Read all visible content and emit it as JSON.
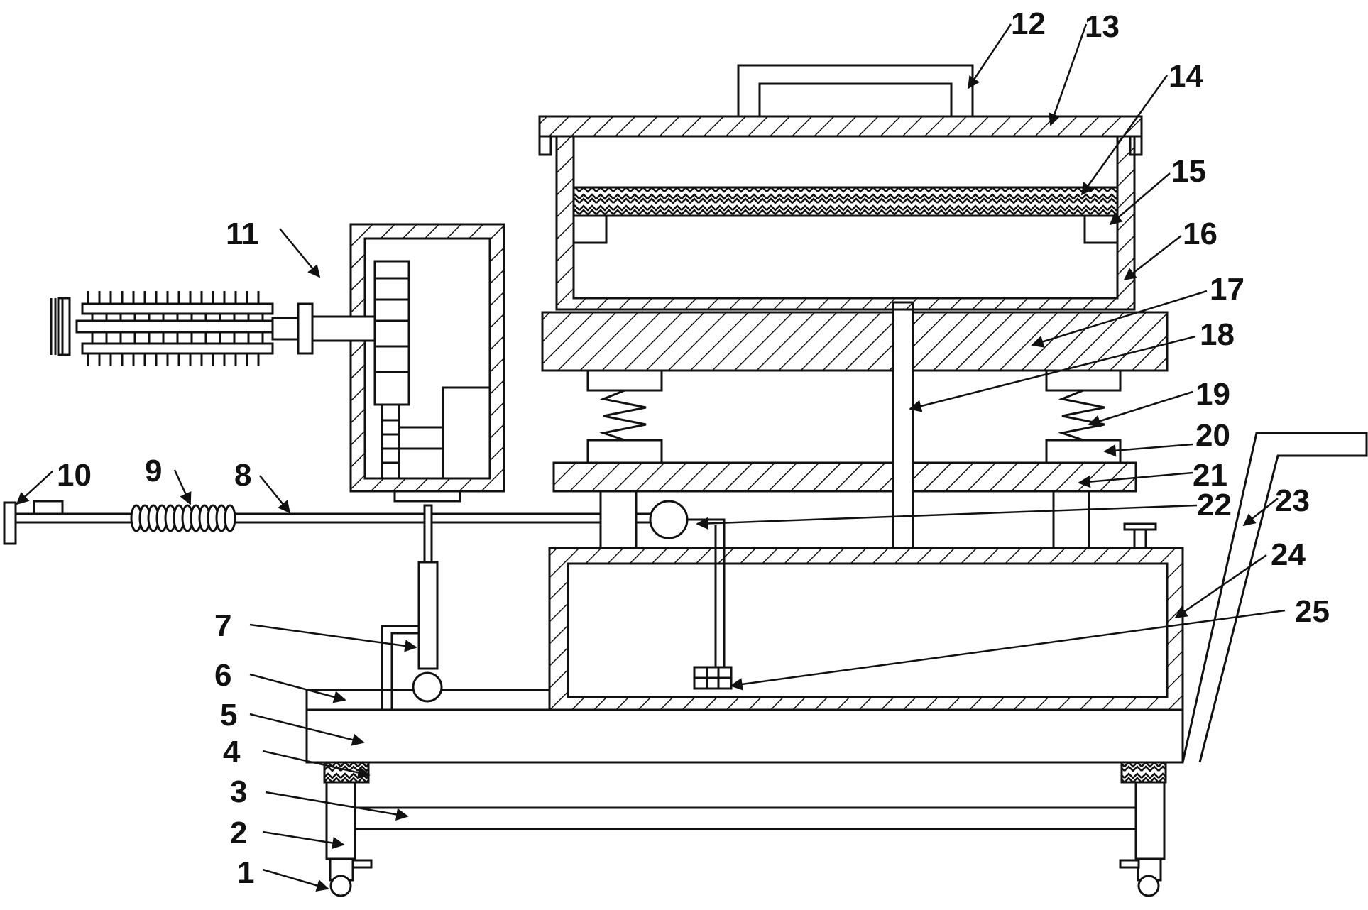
{
  "figure": {
    "labels": [
      "1",
      "2",
      "3",
      "4",
      "5",
      "6",
      "7",
      "8",
      "9",
      "10",
      "11",
      "12",
      "13",
      "14",
      "15",
      "16",
      "17",
      "18",
      "19",
      "20",
      "21",
      "22",
      "23",
      "24",
      "25"
    ]
  }
}
